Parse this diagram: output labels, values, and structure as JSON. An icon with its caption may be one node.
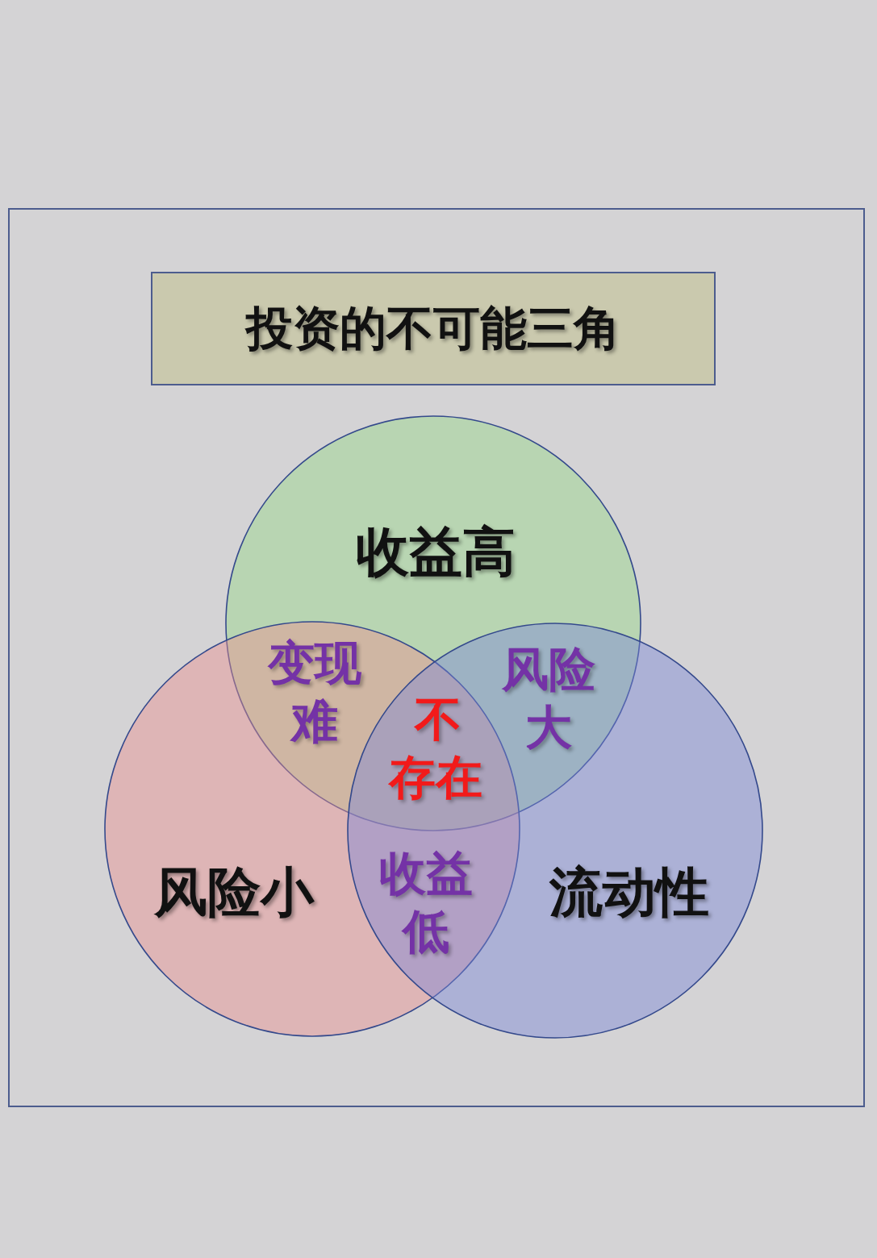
{
  "diagram": {
    "title": "投资的不可能三角",
    "nodes": [
      {
        "text": [
          "收益高"
        ]
      },
      {
        "text": [
          "风险小"
        ]
      },
      {
        "text": [
          "流动性"
        ]
      }
    ],
    "labels": [
      "变现难",
      "风险大",
      "不存在",
      "收益低"
    ]
  }
}
